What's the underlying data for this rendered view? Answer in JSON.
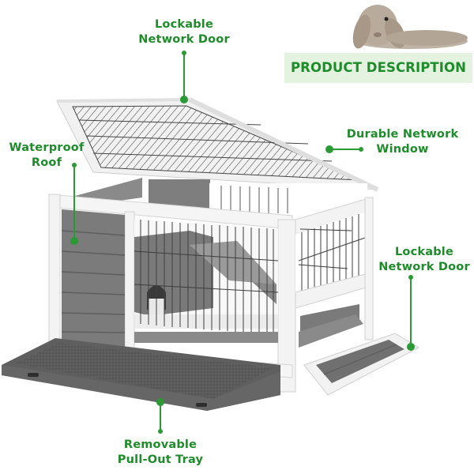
{
  "header": {
    "banner_title": "PRODUCT DESCRIPTION",
    "banner_bg_color": "#e3f3df",
    "accent_color": "#1e8c2a",
    "mascot": "rabbit-image"
  },
  "product": {
    "name": "Rabbit hutch",
    "frame_color": "#f4f4f4",
    "panel_color": "#7d7d7d"
  },
  "callouts": [
    {
      "id": "top-door",
      "line1": "Lockable",
      "line2": "Network Door"
    },
    {
      "id": "roof",
      "line1": "Waterproof",
      "line2": "Roof"
    },
    {
      "id": "window",
      "line1": "Durable Network",
      "line2": "Window"
    },
    {
      "id": "side-door",
      "line1": "Lockable",
      "line2": "Network Door"
    },
    {
      "id": "tray",
      "line1": "Removable",
      "line2": "Pull-Out Tray"
    }
  ]
}
